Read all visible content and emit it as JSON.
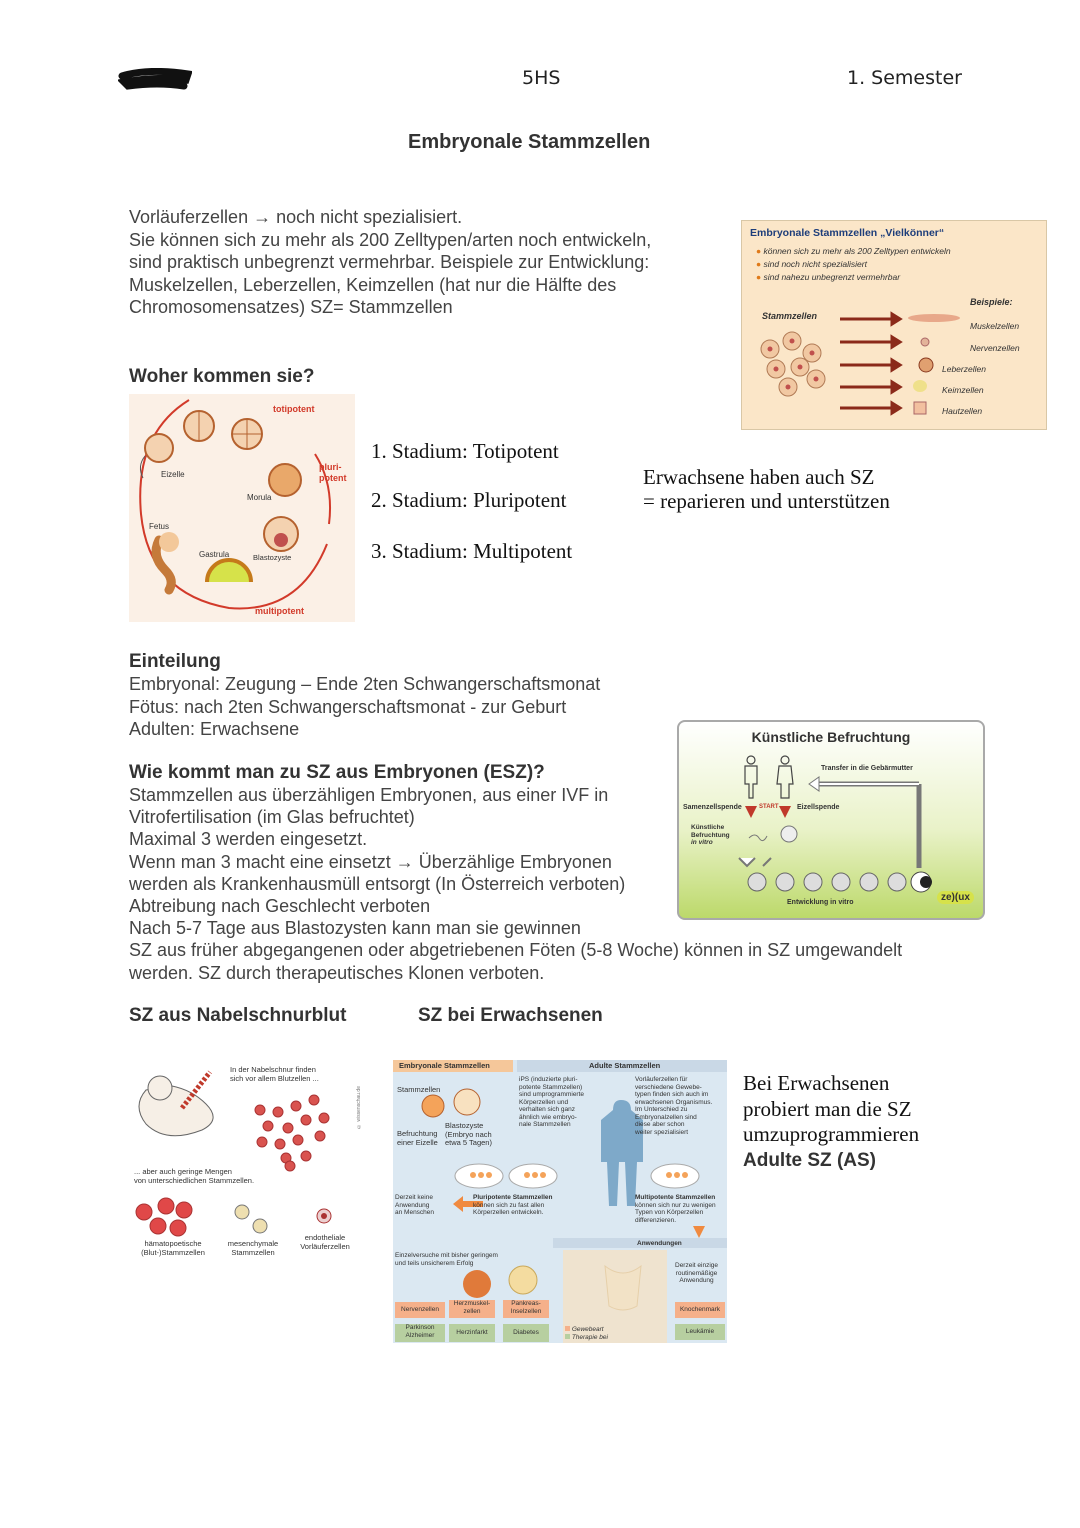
{
  "header": {
    "class": "5HS",
    "semester": "1. Semester"
  },
  "title": "Embryonale Stammzellen",
  "intro": [
    "Vorläuferzellen → noch nicht spezialisiert.",
    "Sie können sich zu mehr als 200 Zelltypen/arten noch entwickeln,",
    "sind praktisch unbegrenzt vermehrbar. Beispiele zur Entwicklung:",
    "Muskelzellen, Leberzellen, Keimzellen (hat nur die Hälfte des",
    "Chromosomensatzes) SZ= Stammzellen"
  ],
  "fig_vielkoenner": {
    "title": "Embryonale Stammzellen „Vielkönner“",
    "bullets": [
      "können sich zu mehr als 200 Zelltypen entwickeln",
      "sind noch nicht spezialisiert",
      "sind nahezu unbegrenzt vermehrbar"
    ],
    "stem_label": "Stammzellen",
    "examples_label": "Beispiele:",
    "examples": [
      "Muskelzellen",
      "Nervenzellen",
      "Leberzellen",
      "Keimzellen",
      "Hautzellen"
    ]
  },
  "woher": {
    "heading": "Woher kommen sie?",
    "stages": [
      "1. Stadium: Totipotent",
      "2. Stadium: Pluripotent",
      "3. Stadium: Multipotent"
    ],
    "adults_note": [
      "Erwachsene haben auch SZ",
      "= reparieren und unterstützen"
    ]
  },
  "fig_potency": {
    "totipotent": "totipotent",
    "pluripotent": [
      "pluri-",
      "potent"
    ],
    "multipotent": "multipotent",
    "eizelle": "Eizelle",
    "morula": "Morula",
    "fetus": "Fetus",
    "gastrula": "Gastrula",
    "blastozyste": "Blastozyste"
  },
  "einteilung": {
    "heading": "Einteilung",
    "lines": [
      "Embryonal: Zeugung – Ende 2ten Schwangerschaftsmonat",
      "Fötus: nach 2ten Schwangerschaftsmonat - zur Geburt",
      "Adulten: Erwachsene"
    ]
  },
  "esz": {
    "heading": "Wie kommt man zu SZ aus Embryonen (ESZ)?",
    "lines": [
      "Stammzellen aus überzähligen Embryonen, aus einer IVF in",
      "Vitrofertilisation (im Glas befruchtet)",
      "Maximal 3 werden eingesetzt.",
      "Wenn man 3 macht eine einsetzt → Überzählige Embryonen",
      "werden als Krankenhausmüll entsorgt (In Österreich verboten)",
      "Abtreibung nach Geschlecht verboten",
      "Nach 5-7 Tage aus Blastozysten kann man sie gewinnen",
      "SZ aus früher abgegangenen oder abgetriebenen Föten (5-8 Woche) können in SZ umgewandelt",
      "werden. SZ durch therapeutisches Klonen verboten."
    ]
  },
  "fig_ivf": {
    "title": "Künstliche Befruchtung",
    "transfer": "Transfer in die Gebärmutter",
    "samen": "Samenzellspende",
    "start": "START",
    "eizell": "Eizellspende",
    "kb": [
      "Künstliche",
      "Befruchtung",
      "in vitro"
    ],
    "entwicklung": "Entwicklung in vitro",
    "logo": "ze)(ux"
  },
  "nabel": {
    "heading": "SZ aus Nabelschnurblut",
    "top": [
      "In der Nabelschnur finden",
      "sich vor allem Blutzellen ..."
    ],
    "mid": [
      "... aber auch geringe Mengen",
      "von unterschiedlichen Stammzellen."
    ],
    "types": [
      [
        "hämatopoetische",
        "(Blut-)Stammzellen"
      ],
      [
        "mesenchymale",
        "Stammzellen"
      ],
      [
        "endotheliale",
        "Vorläuferzellen"
      ]
    ],
    "credit": "© wissenschau.de"
  },
  "erwachsene": {
    "heading": "SZ bei Erwachsenen",
    "text": [
      "Bei Erwachsenen",
      "probiert man die SZ",
      "umzuprogrammieren"
    ],
    "bold": "Adulte SZ (AS)"
  },
  "fig_adult": {
    "left_title": "Embryonale Stammzellen",
    "right_title": "Adulte Stammzellen",
    "stammzellen": "Stammzellen",
    "befruchtung": [
      "Befruchtung",
      "einer Eizelle"
    ],
    "blastozyste": [
      "Blastozyste",
      "(Embryo nach",
      "etwa 5 Tagen)"
    ],
    "ips": [
      "iPS (induzierte pluri-",
      "potente Stammzellen)",
      "sind umprogrammierte",
      "Körperzellen und",
      "verhalten sich ganz",
      "ähnlich wie embryo-",
      "nale Stammzellen"
    ],
    "vorlaeufer": [
      "Vorläuferzellen für",
      "verschiedene Gewebe-",
      "typen finden sich auch im",
      "erwachsenen Organismus.",
      "Im Unterschied zu",
      "Embryonalzellen sind",
      "diese aber schon",
      "weiter spezialisiert"
    ],
    "derzeit": [
      "Derzeit keine",
      "Anwendung",
      "an Menschen"
    ],
    "pluri": [
      "Pluripotente Stammzellen",
      "können sich zu fast allen",
      "Körperzellen entwickeln."
    ],
    "multi": [
      "Multipotente Stammzellen",
      "können sich nur zu wenigen",
      "Typen von Körperzellen",
      "differenzieren."
    ],
    "anwendungen": "Anwendungen",
    "einzel": [
      "Einzelversuche mit bisher geringem",
      "und teils unsicherem Erfolg"
    ],
    "einzige": [
      "Derzeit einzige",
      "routinemäßige",
      "Anwendung"
    ],
    "cells": [
      "Nervenzellen",
      "Herzmuskel-zellen",
      "Pankreas-Inselzellen"
    ],
    "diseases": [
      "Parkinson Alzheimer",
      "Herzinfarkt",
      "Diabetes"
    ],
    "knochen": "Knochenmark",
    "leukaemie": "Leukämie",
    "legend": [
      "Gewebeart",
      "Therapie bei"
    ]
  }
}
